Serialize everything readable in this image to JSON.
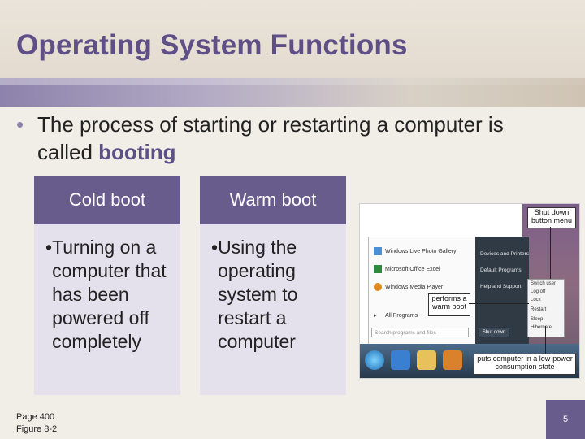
{
  "slide": {
    "title": "Operating System Functions",
    "bullet_prefix": "The process of starting or restarting a computer is",
    "bullet_line2_prefix": "called",
    "bullet_highlight": "booting",
    "bullet_symbol": "•"
  },
  "columns": [
    {
      "heading": "Cold boot",
      "body": "Turning on a computer that has been powered off completely"
    },
    {
      "heading": "Warm boot",
      "body": "Using the operating system to restart a computer"
    }
  ],
  "figure": {
    "start_menu_items": [
      "Windows Live Photo Gallery",
      "Microsoft Office Excel",
      "Windows Media Player",
      "All Programs"
    ],
    "search_placeholder": "Search programs and files",
    "right_pane_items": [
      "Devices and Printers",
      "Default Programs",
      "Help and Support"
    ],
    "shutdown_options": [
      "Switch user",
      "Log off",
      "Lock",
      "Restart",
      "Sleep",
      "Hibernate"
    ],
    "shutdown_button_label": "Shut down",
    "callouts": {
      "shutdown_menu": "Shut down button menu",
      "warm_boot": "performs a warm boot",
      "low_power": "puts computer in a low-power consumption state"
    }
  },
  "footer": {
    "page_ref": "Page 400",
    "figure_ref": "Figure 8-2",
    "slide_number": "5"
  },
  "colors": {
    "accent": "#675c8c",
    "title": "#5e4f86",
    "body_bg": "#e4e0ec"
  }
}
